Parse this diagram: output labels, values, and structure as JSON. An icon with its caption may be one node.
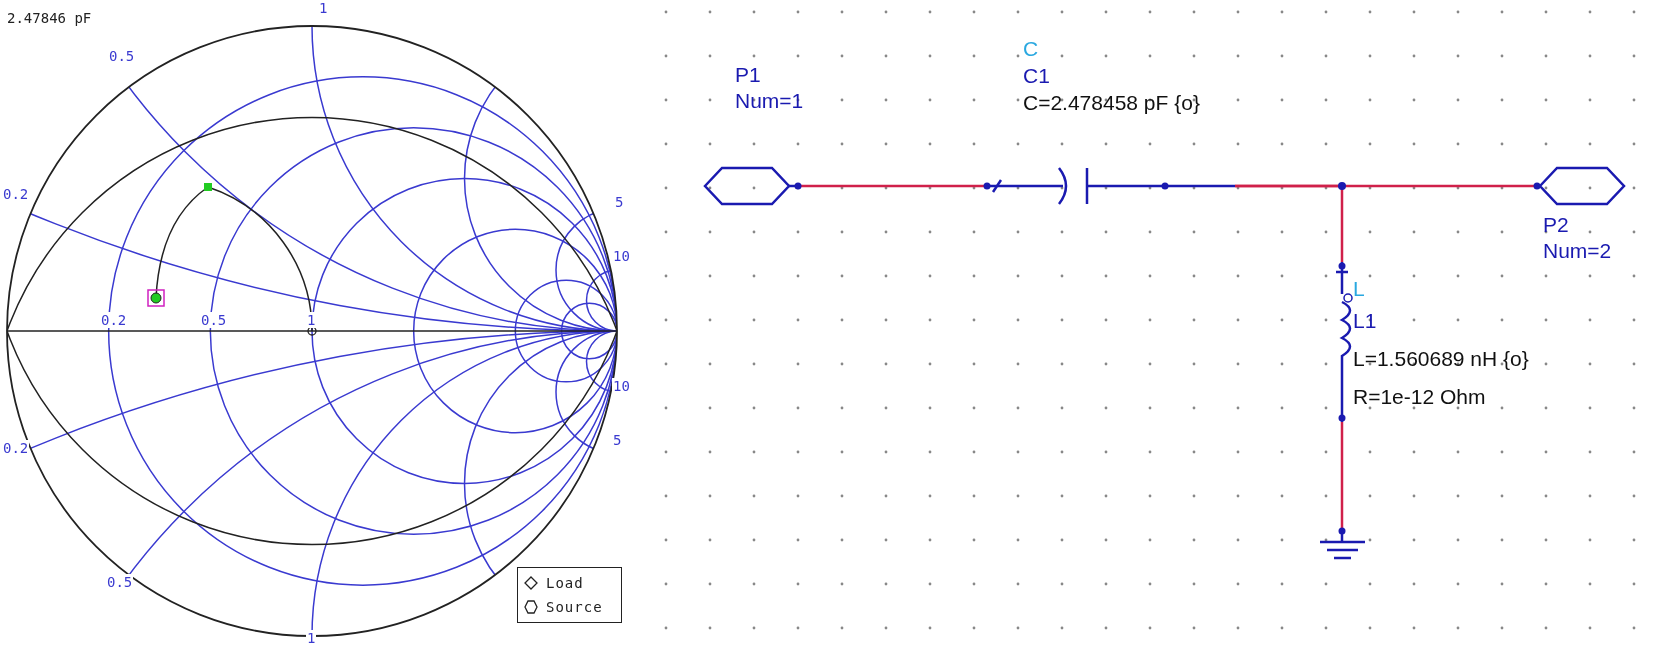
{
  "diagram": {
    "nodes": [
      {
        "text": [
          "P1",
          "Num=1"
        ]
      },
      {
        "text": [
          "C",
          "C1",
          "C=2.478458 pF {o}"
        ]
      },
      {
        "text": [
          "L",
          "L1",
          "L=1.560689 nH {o}",
          "R=1e-12 Ohm"
        ]
      },
      {
        "text": [
          "P2",
          "Num=2"
        ]
      },
      {
        "text": [],
        "shape": "ground"
      }
    ],
    "edges": [
      {
        "from": 0,
        "to": 1,
        "arrow": "none"
      },
      {
        "from": 1,
        "to": 3,
        "arrow": "none"
      },
      {
        "from": 1,
        "to": 2,
        "arrow": "none"
      },
      {
        "from": 2,
        "to": 4,
        "arrow": "none"
      }
    ],
    "labels": [
      "2.47846 pF",
      "1",
      "0.5",
      "0.2",
      "5",
      "10",
      "0.2",
      "0.5",
      "1",
      "10",
      "0.2",
      "5",
      "0.5",
      "1"
    ],
    "legend": [
      {
        "text": "Load"
      },
      {
        "text": "Source"
      }
    ]
  }
}
